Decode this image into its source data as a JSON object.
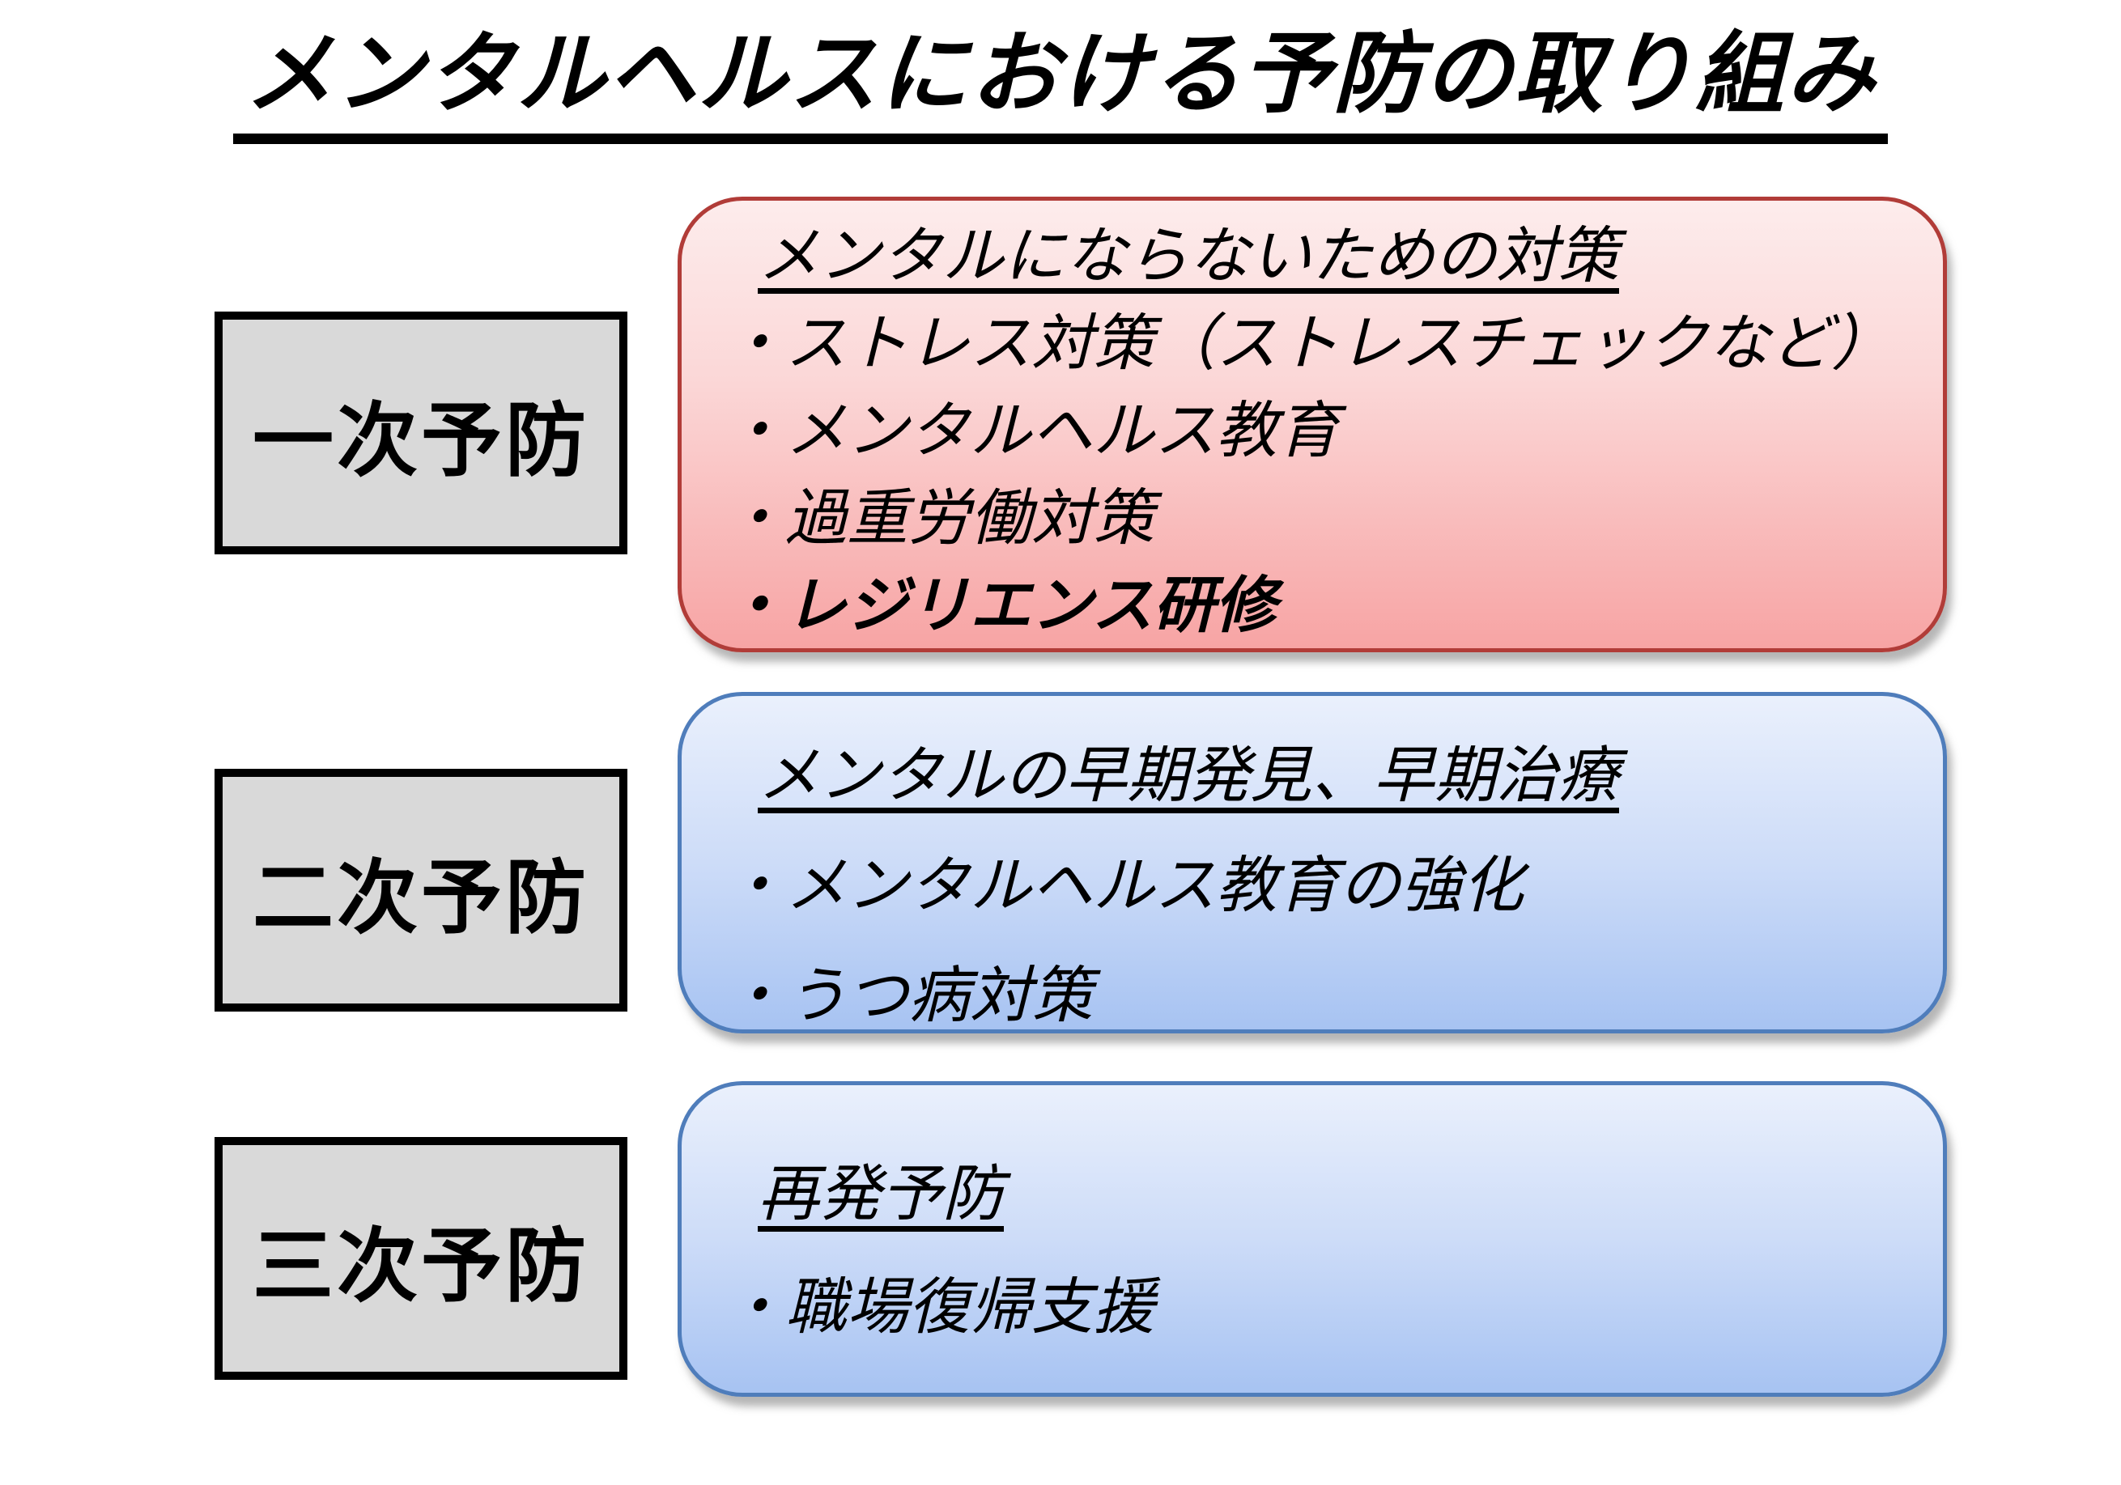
{
  "title": "メンタルヘルスにおける予防の取り組み",
  "rows": [
    {
      "label": "一次予防",
      "box": {
        "theme": "pink",
        "header": "メンタルにならないための対策",
        "items": [
          {
            "text": "・ストレス対策（ストレスチェックなど）",
            "bold": false
          },
          {
            "text": "・メンタルヘルス教育",
            "bold": false
          },
          {
            "text": "・過重労働対策",
            "bold": false
          },
          {
            "text": "・レジリエンス研修",
            "bold": true
          }
        ]
      }
    },
    {
      "label": "二次予防",
      "box": {
        "theme": "blue",
        "header": "メンタルの早期発見、早期治療",
        "items": [
          {
            "text": "・メンタルヘルス教育の強化",
            "bold": false
          },
          {
            "text": "・うつ病対策",
            "bold": false
          }
        ]
      }
    },
    {
      "label": "三次予防",
      "box": {
        "theme": "blue",
        "header": "再発予防",
        "items": [
          {
            "text": "・職場復帰支援",
            "bold": false
          }
        ]
      }
    }
  ],
  "colors": {
    "background": "#ffffff",
    "title_text": "#000000",
    "stage_box_fill": "#d9d9d9",
    "stage_box_border": "#000000",
    "pink_bubble_top": "#fdecec",
    "pink_bubble_bottom": "#f7a4a4",
    "pink_bubble_border": "#b13c38",
    "blue_bubble_top": "#eaf0fc",
    "blue_bubble_bottom": "#a7c3f2",
    "blue_bubble_border": "#4f7dbb",
    "body_text": "#000000"
  }
}
